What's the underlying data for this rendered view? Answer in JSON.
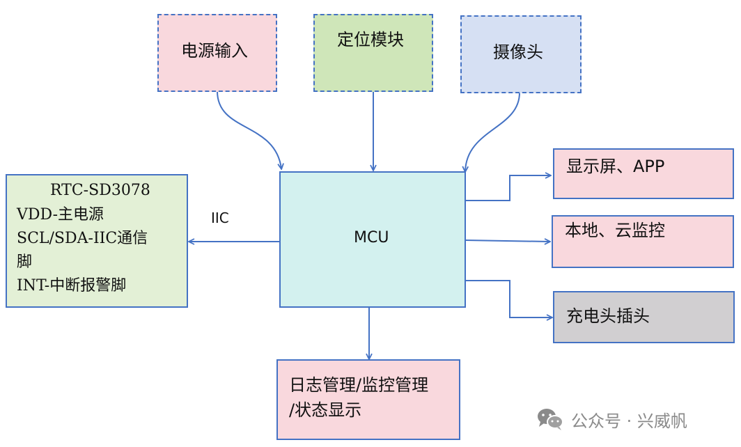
{
  "colors": {
    "border": "#4472c4",
    "pink": "#f9d8dd",
    "green": "#cfe6b9",
    "blue_light": "#d6e0f3",
    "cyan": "#d3f1ef",
    "green_light": "#e3f0d6",
    "gray": "#d1cfd1"
  },
  "inputs": {
    "power": "电源输入",
    "positioning": "定位模块",
    "camera": "摄像头"
  },
  "mcu": {
    "label": "MCU"
  },
  "rtc": {
    "lines": [
      "RTC-SD3078",
      "VDD-主电源",
      "SCL/SDA-IIC通信",
      "脚",
      "INT-中断报警脚"
    ]
  },
  "bus_label": "IIC",
  "outputs": {
    "display": "显示屏、APP",
    "monitor": "本地、云监控",
    "charger": "充电头插头"
  },
  "log": {
    "line1": "日志管理/监控管理",
    "line2": "/状态显示"
  },
  "watermark": {
    "text": "公众号 · 兴威帆"
  }
}
